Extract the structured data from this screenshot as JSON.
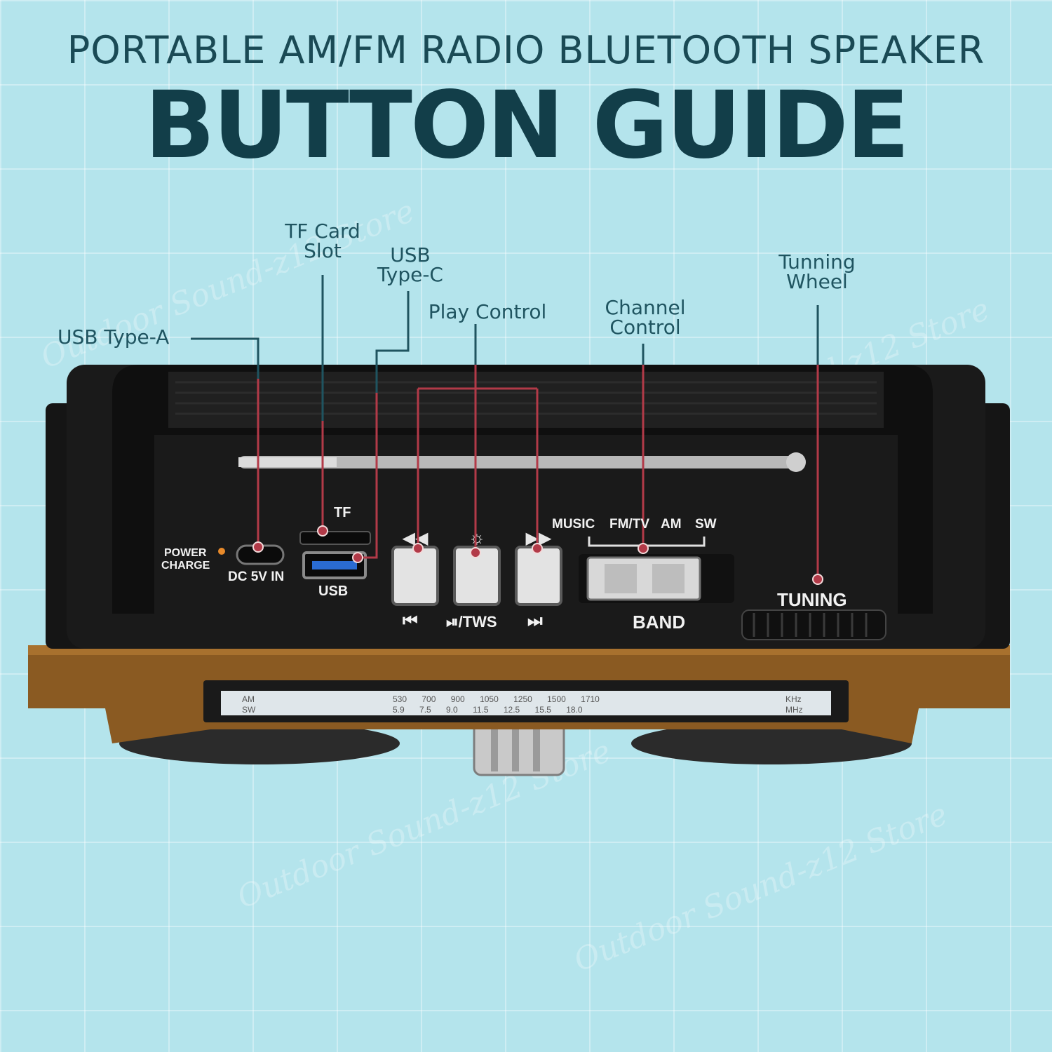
{
  "header": {
    "subtitle": "PORTABLE AM/FM RADIO BLUETOOTH SPEAKER",
    "title": "BUTTON GUIDE"
  },
  "callouts": {
    "usb_type_a": "USB Type-A",
    "tf_card_slot_line1": "TF Card",
    "tf_card_slot_line2": "Slot",
    "usb_type_c_line1": "USB",
    "usb_type_c_line2": "Type-C",
    "play_control": "Play Control",
    "channel_control_line1": "Channel",
    "channel_control_line2": "Control",
    "tuning_wheel_line1": "Tunning",
    "tuning_wheel_line2": "Wheel"
  },
  "device_labels": {
    "power": "POWER",
    "charge": "CHARGE",
    "dc_in": "DC 5V IN",
    "tf": "TF",
    "usb": "USB",
    "prev": "⏮",
    "play_tws": "⏯/TWS",
    "next": "⏭",
    "band_music": "MUSIC",
    "band_fmtv": "FM/TV",
    "band_am": "AM",
    "band_sw": "SW",
    "band": "BAND",
    "tuning": "TUNING"
  },
  "dial_scale": {
    "am_label": "AM",
    "sw_label": "SW",
    "am_values": "530 700 900 1050 1250 1500 1710",
    "sw_values": "5.9 7.5 9.0 11.5 12.5 15.5 18.0",
    "am_unit": "KHz",
    "sw_unit": "MHz"
  },
  "watermark": "Outdoor Sound-z12 Store",
  "colors": {
    "background": "#b4e4ec",
    "title": "#123e49",
    "callout_line": "#1f5460",
    "callout_marker": "#b23a48",
    "device_body": "#1c1c1c",
    "device_trim": "#8a5a22"
  }
}
